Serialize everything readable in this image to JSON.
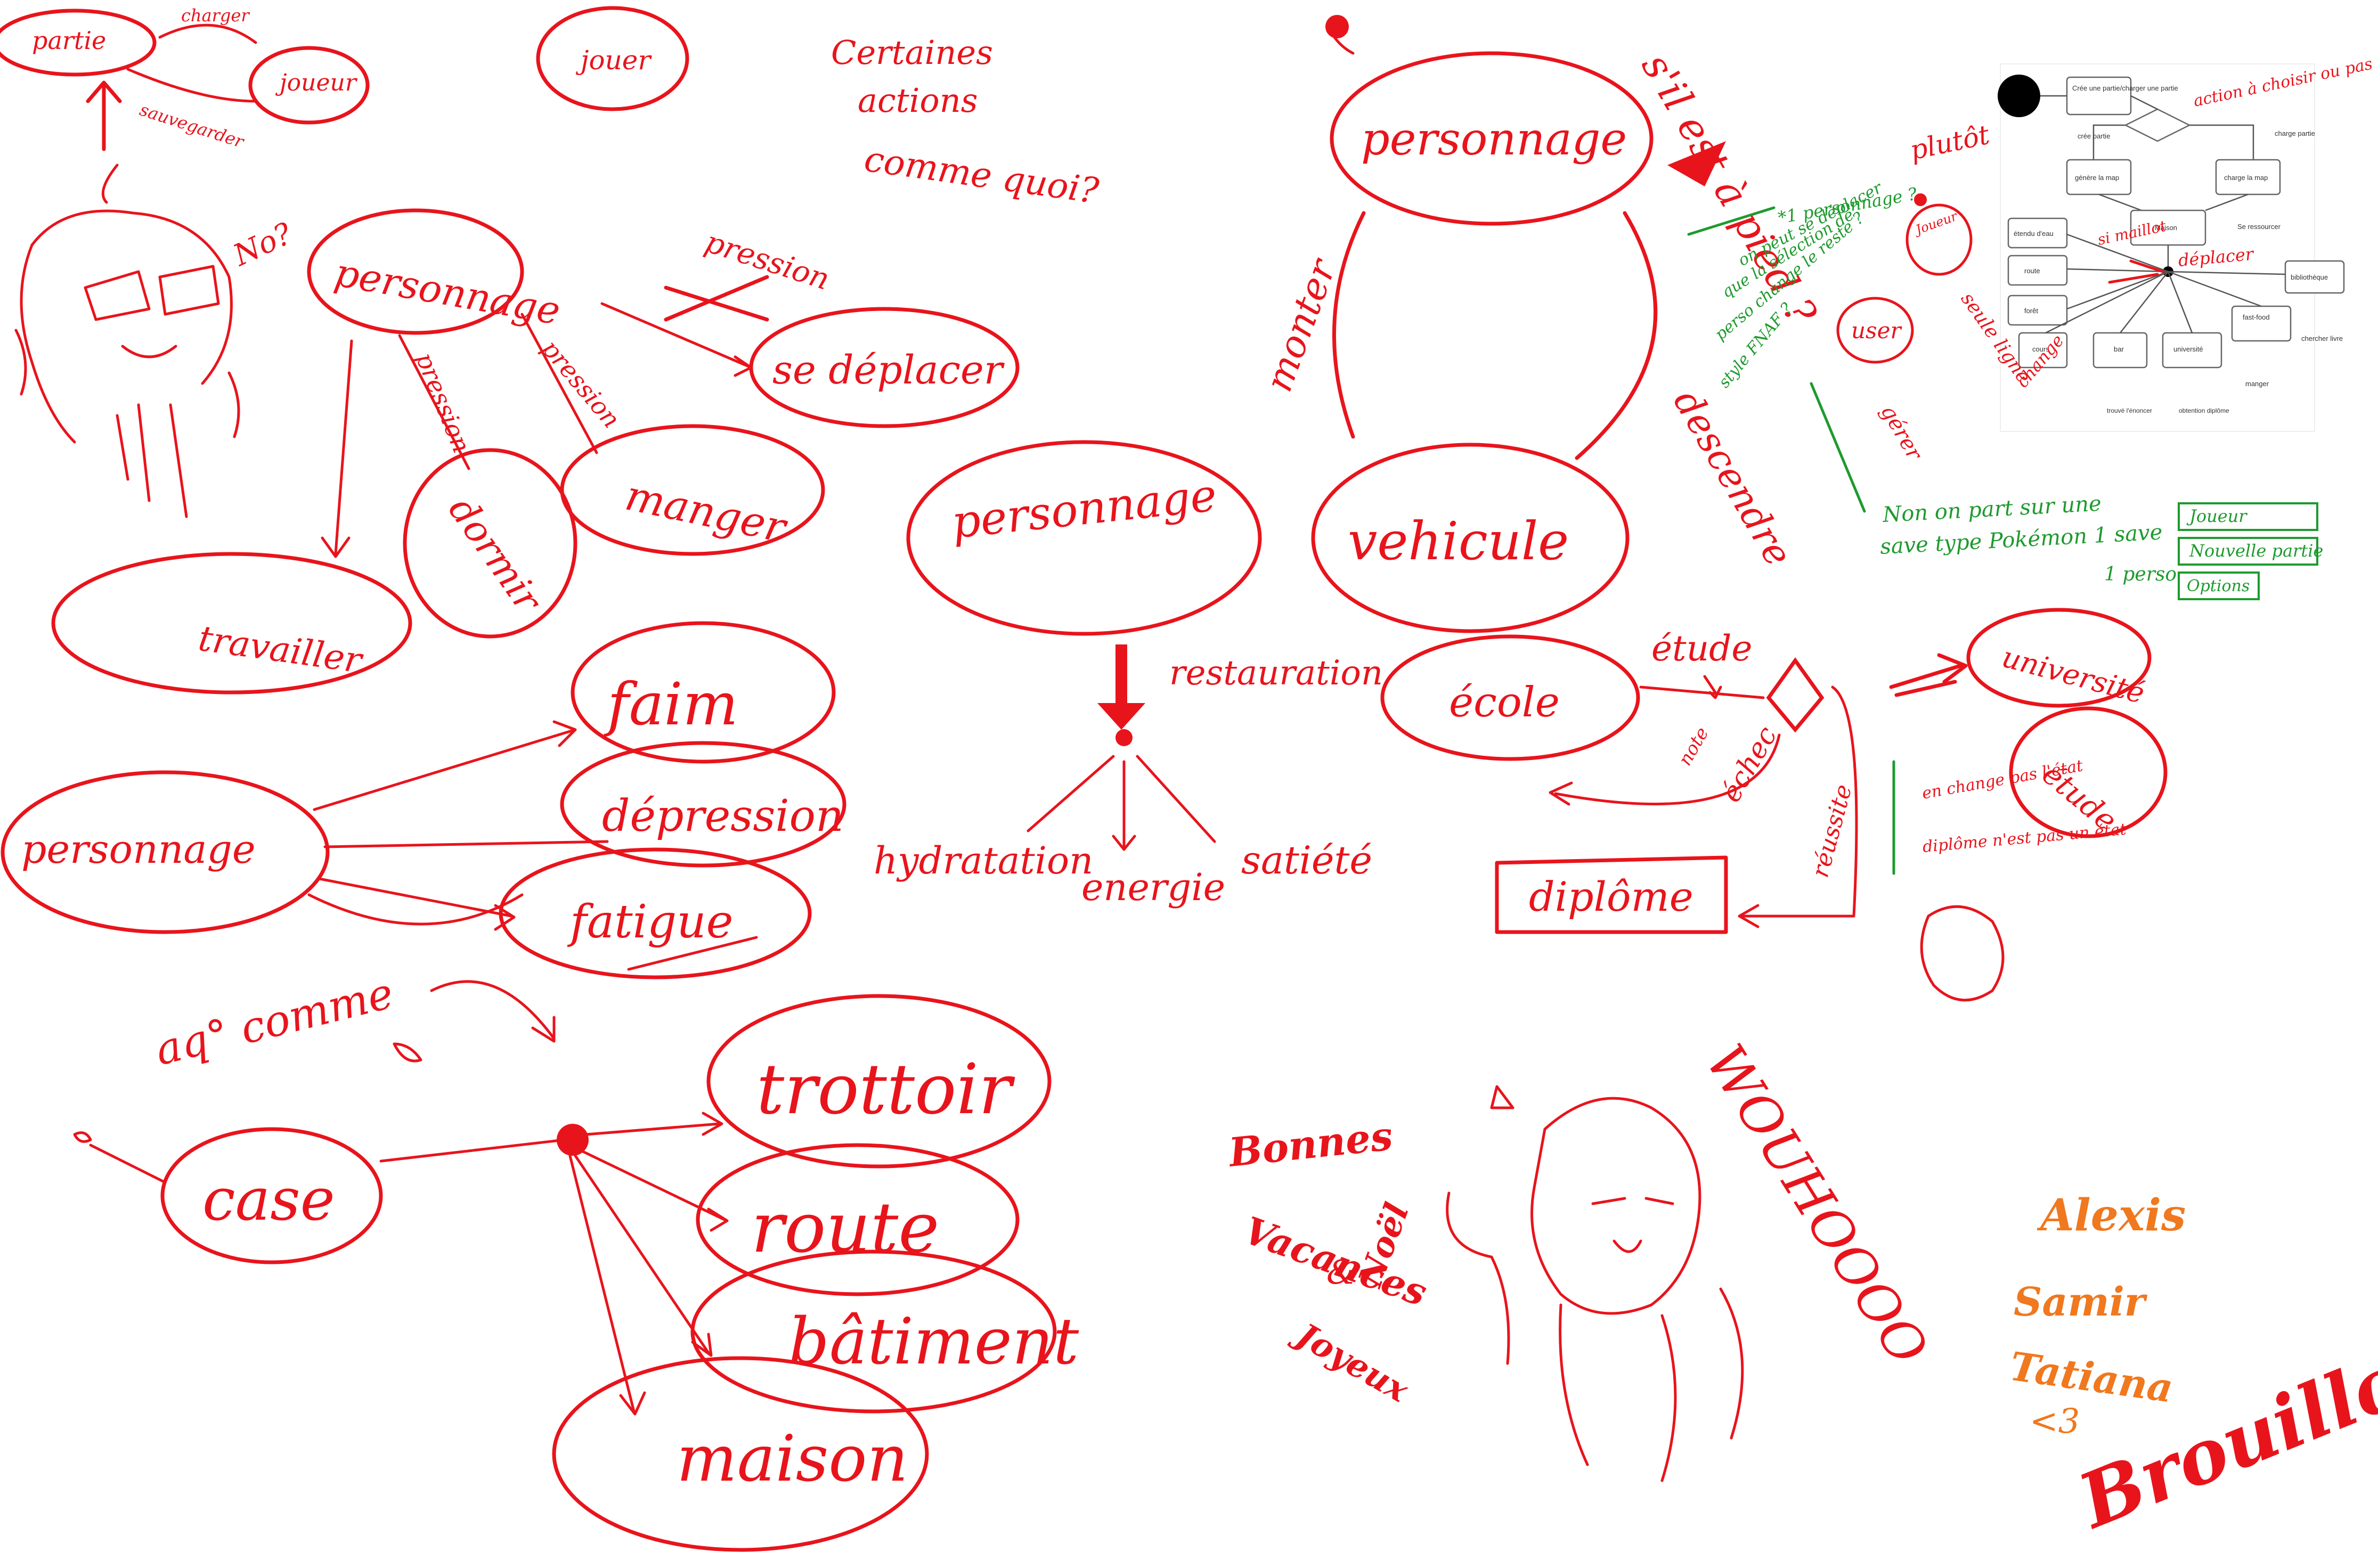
{
  "colors": {
    "ink_red": "#e8141c",
    "ink_green": "#1e9a2e",
    "ink_orange": "#f0781e",
    "background": "#ffffff"
  },
  "top_left": {
    "partie": "partie",
    "joueur": "joueur",
    "jouer": "jouer",
    "charger": "charger",
    "sauvegarder": "sauvegarder",
    "no": "No?"
  },
  "certain_actions": [
    "Certaines",
    "actions",
    "comme quoi?"
  ],
  "personnage_actions": {
    "center": "personnage",
    "pression_crossed": "pression",
    "se_deplacer": "se déplacer",
    "pression_1": "pression",
    "pression_2": "pression",
    "dormir": "dormir",
    "manger": "manger",
    "travailler": "travailler"
  },
  "restauration": {
    "center": "personnage",
    "label": "restauration",
    "hydratation": "hydratation",
    "energie": "energie",
    "satiete": "satiété"
  },
  "states": {
    "center": "personnage",
    "faim": "faim",
    "depression": "dépression",
    "fatigue": "fatigue"
  },
  "case_diagram": {
    "note": "aq° comme",
    "case": "case",
    "trottoir": "trottoir",
    "route": "route",
    "batiment": "bâtiment",
    "maison": "maison"
  },
  "vehicle": {
    "personnage": "personnage",
    "vehicule": "vehicule",
    "monter": "monter",
    "descendre": "descendre",
    "question": "s'il est à pied ?"
  },
  "school": {
    "ecole": "école",
    "etude": "étude",
    "diplome": "diplôme",
    "echec": "échec",
    "reussite": "réussite",
    "note": "note",
    "universite": "université",
    "etude2": "étude"
  },
  "green_notes": {
    "line1": "*1 personnage ?",
    "line2": "on peut se déplacer",
    "line3": "que la sélection de",
    "line4": "perso change le reste ?",
    "line5": "style FNAF ?",
    "answer1": "Non on part sur une",
    "answer2": "save type Pokémon  1 save",
    "answer3": "1 perso"
  },
  "menu_mock": {
    "item1": "Joueur",
    "item2": "Nouvelle partie",
    "item3": "Options"
  },
  "reference_notes": {
    "plutot": "plutôt",
    "joueur": "Joueur",
    "user": "user",
    "gerer": "gérer",
    "action_note": "action à choisir ou pas un choix user",
    "seule_ligne": "seule ligne",
    "change": "change",
    "en_change": "en change pas l'état",
    "diplome_etat": "diplôme n'est pas un état",
    "deplacer": "déplacer",
    "si_maillot": "si maillot"
  },
  "reference_diagram": {
    "cree": "Crée une partie/charger une partie",
    "cree_partie": "crée partie",
    "charge_partie": "charge partie",
    "genere_map": "génère la map",
    "charge_map": "charge la map",
    "maison": "Maison",
    "se_ressourcer": "Se ressourcer",
    "etendu_eau": "étendu d'eau",
    "route": "route",
    "foret": "forêt",
    "bibliotheque": "bibliothèque",
    "fast_food": "fast-food",
    "bar": "bar",
    "universite": "université",
    "cours": "cours",
    "manger": "manger",
    "chercher_livre": "chercher livre",
    "trouve": "trouvé l'énoncer",
    "obtention": "obtention diplôme"
  },
  "greeting": {
    "line1": "Bonnes",
    "line2": "Vacances",
    "line3": "&",
    "line4": "Joyeux",
    "line5": "Noël",
    "woohooo": "WOUHOOOO"
  },
  "names": [
    "Alexis",
    "Samir",
    "Tatiana",
    "<3"
  ],
  "brouillon": "Brouillon"
}
